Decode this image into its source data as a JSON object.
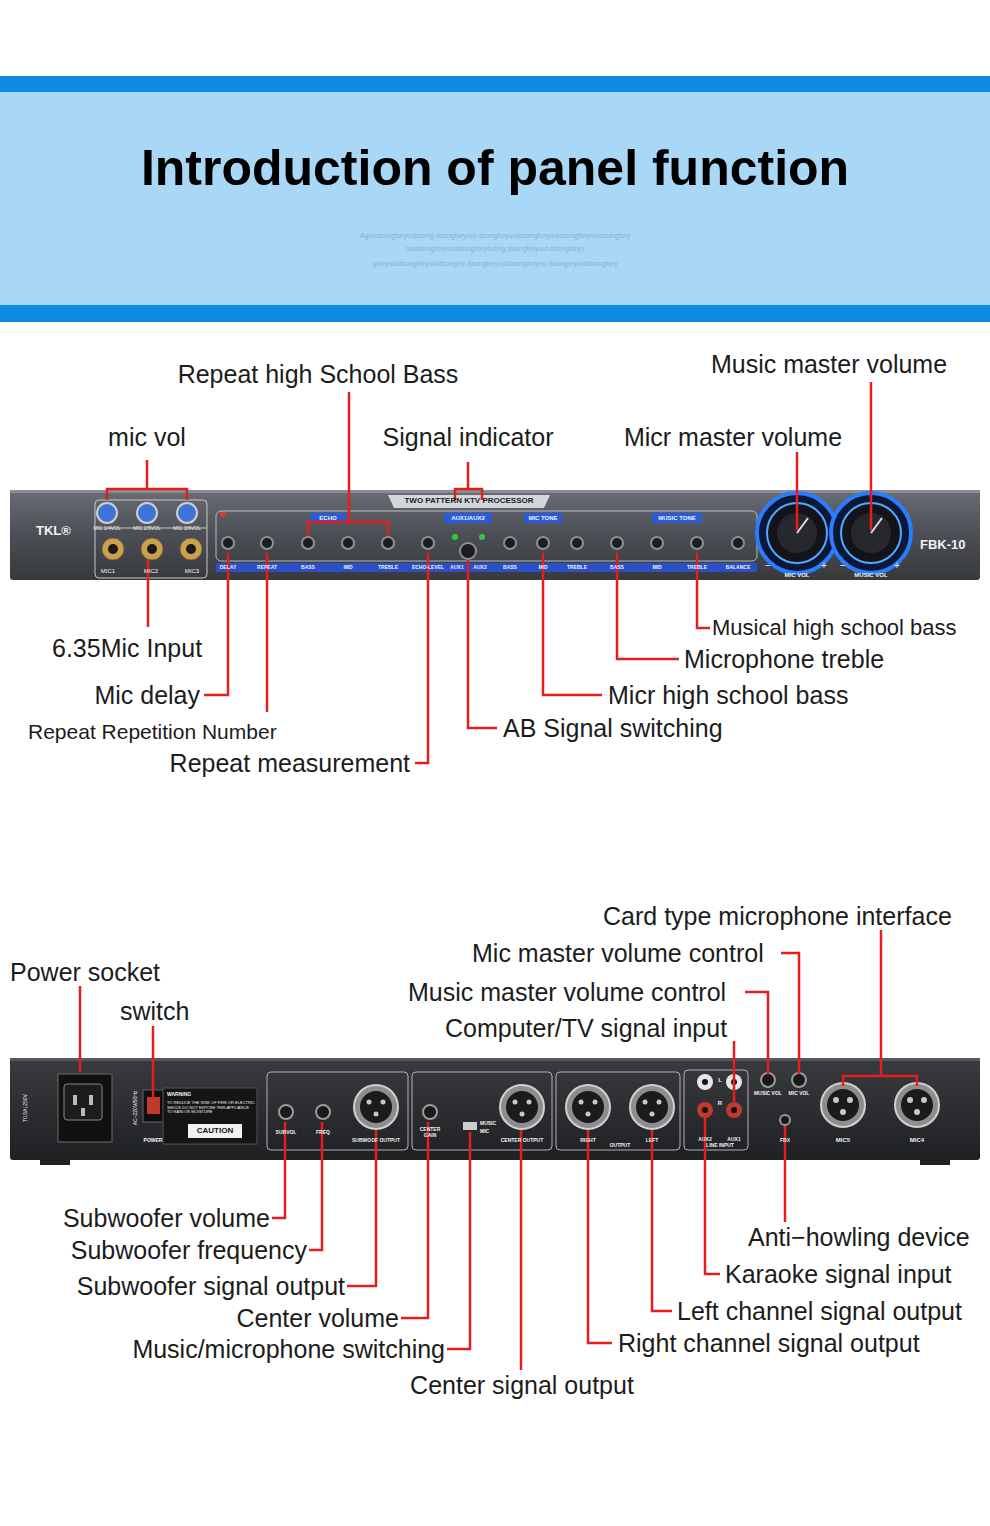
{
  "diagram": {
    "title": "Introduction of panel function",
    "labels": [
      "Agoodsongforyoutdoing dsongforyout dsongforyoutdsongforyoutdsongforyoutdsongfory",
      "outdsongforyoutdsongforyouting dsongforyout dsongforyo",
      "gforyoutdsongforyoutdsongfor dsongforyoutdsongforyou dsongoryoutdsongfory",
      "Repeat high School Bass",
      "mic vol",
      "Signal indicator",
      "Micr master volume",
      "Music master volume",
      "6.35Mic Input",
      "Mic delay",
      "Repeat Repetition Number",
      "Repeat measurement",
      "AB Signal switching",
      "Musical high school bass",
      "Microphone treble",
      "Micr high school bass",
      "TKL®",
      "MIC 1/4VOL",
      "MIC 2/5VOL",
      "MIC 3/6VOL",
      "MIC1",
      "MIC2",
      "MIC3",
      "TWO PATTERN KTV PROCESSOR",
      "ECHO",
      "AUX1/AUX2",
      "MIC TONE",
      "MUSIC TONE",
      "DELAY",
      "REPEAT",
      "BASS",
      "MID",
      "TREBLE",
      "ECHO-LEVEL",
      "AUX1",
      "AUX2",
      "BASS",
      "MID",
      "TREBLE",
      "BASS",
      "MID",
      "TREBLE",
      "BALANCE",
      "MIC VOL",
      "MUSIC VOL",
      "−",
      "+",
      "−",
      "+",
      "FBK-10",
      "Power socket",
      "switch",
      "Card type microphone interface",
      "Mic master volume control",
      "Music master volume control",
      "Computer/TV signal input",
      "Subwoofer volume",
      "Subwoofer frequency",
      "Subwoofer signal output",
      "Center volume",
      "Music/microphone switching",
      "Center signal output",
      "Anti−howling device",
      "Karaoke signal input",
      "Left channel signal output",
      "Right channel signal output",
      "T0.5AL250V",
      "AC~220V/50Hz",
      "POWER",
      "WARNING",
      "TO REDUCE THE RISK OF FIRE OR ELECTRIC SHOCK DO NOT EXPOSE THIS APPLIANCE TO RAIN OR MOISTURE",
      "CAUTION",
      "SUBVOL",
      "FREQ",
      "SUBWOOF OUTPUT",
      "CENTER GAIN",
      "MUSIC",
      "MIC",
      "CENTER OUTPUT",
      "RIGHT",
      "OUTPUT",
      "LEFT",
      "AUX2",
      "LINE INPUT",
      "AUX1",
      "L",
      "R",
      "MUSIC VOL",
      "MIC VOL",
      "FBX",
      "MIC5",
      "MIC4"
    ]
  }
}
